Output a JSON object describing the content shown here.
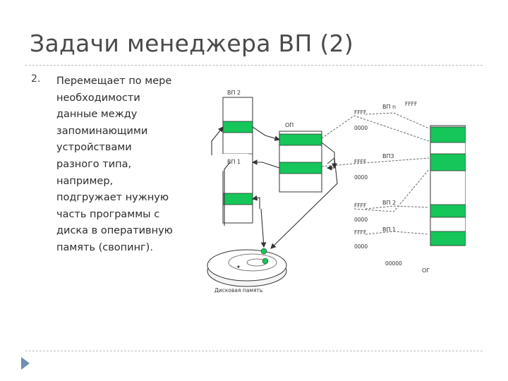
{
  "slide": {
    "title": "Задачи менеджера ВП (2)",
    "bullet_number": "2.",
    "body_lines": [
      "Перемещает по мере",
      "необходимости",
      "данные между",
      "запоминающими",
      "устройствами",
      "разного типа,",
      "например,",
      "подгружает нужную",
      "часть программы с",
      "диска в оперативную",
      "память (свопинг)."
    ]
  },
  "diagram": {
    "labels": {
      "vp2_top": "ВП 2",
      "vp1_left": "ВП 1",
      "vpn": "ВП n",
      "op_middle": "ОП",
      "vp3": "ВП3",
      "vp2_right": "ВП 2",
      "vp1_right": "ВП 1",
      "og": "ОГ",
      "ffff_1": "FFFF",
      "ffff_2": "FFFF",
      "ffff_3": "FFFF",
      "ffff_4": "FFFF",
      "ffff_5": "FFFF",
      "zero_1": "0000",
      "zero_2": "0000",
      "zero_3": "0000",
      "zero_4": "0000",
      "addr_bottom": "00000",
      "disk_caption": "Дисковая память"
    },
    "colors": {
      "block_fill": "#16c65a",
      "line": "#333333",
      "dashed": "#666666"
    }
  }
}
